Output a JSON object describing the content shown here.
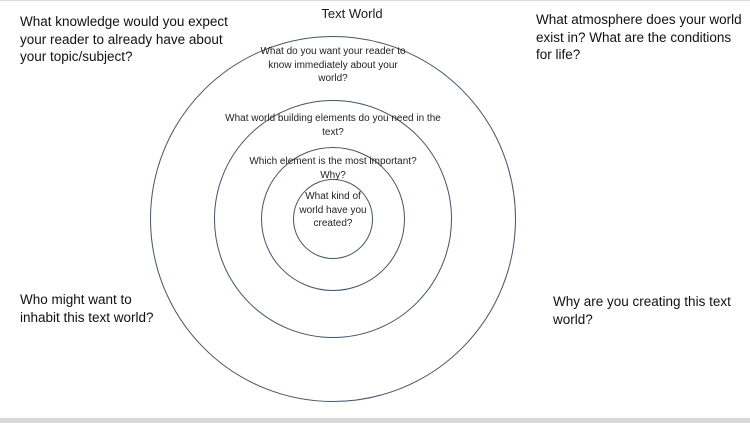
{
  "title": "Text World",
  "notes": {
    "top_left": "What knowledge would you expect your reader to already have about your topic/subject?",
    "top_right": "What atmosphere does your world exist in? What are the conditions for life?",
    "bottom_left": "Who might want to inhabit this text world?",
    "bottom_right": "Why are you creating this text world?"
  },
  "rings": [
    {
      "label": "What  do you want your reader to know immediately about your world?"
    },
    {
      "label": "What world building elements do you need in the text?"
    },
    {
      "label": "Which element is the most important? Why?"
    },
    {
      "label": "What kind of world have you created?"
    }
  ],
  "colors": {
    "circle_stroke": "#44546A"
  }
}
